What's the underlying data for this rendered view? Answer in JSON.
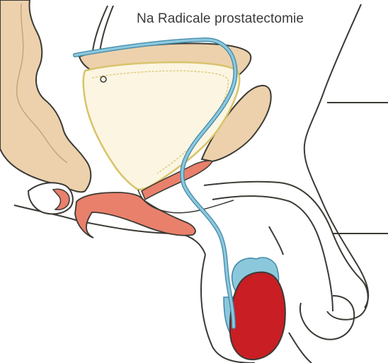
{
  "caption": "Na Radicale prostatectomie",
  "colors": {
    "outline": "#3b3a34",
    "tissue_tan": "#ecd1ac",
    "bladder_fill": "#fbf5e2",
    "bladder_wall": "#d8c46a",
    "muscle_red": "#e9806b",
    "testis_red": "#c81e24",
    "duct_blue": "#8cc8dc",
    "duct_blue_edge": "#3f86a8"
  },
  "icons": {
    "bladder": "bladder-shape",
    "rectum": "rectum-shape",
    "testis": "testis-shape",
    "epididymis": "epididymis-shape",
    "vas_deferens": "vas-deferens-path",
    "urethra": "urethra-path"
  }
}
